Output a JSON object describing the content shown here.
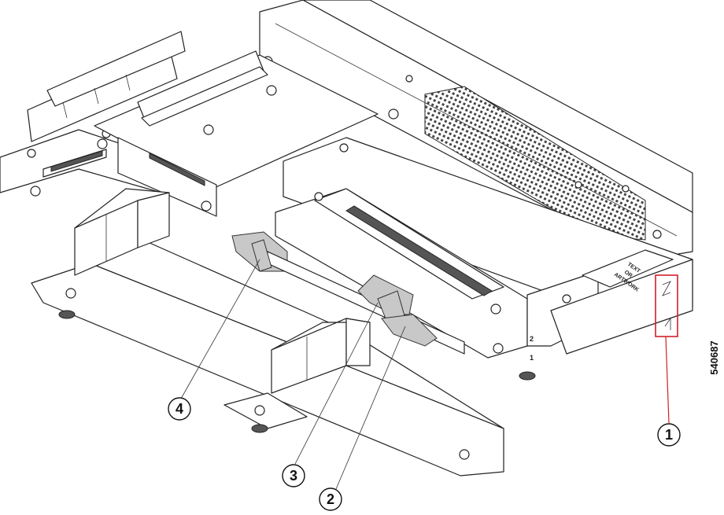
{
  "callouts": [
    {
      "id": "1",
      "label": "1"
    },
    {
      "id": "2",
      "label": "2"
    },
    {
      "id": "3",
      "label": "3"
    },
    {
      "id": "4",
      "label": "4"
    }
  ],
  "label_plate": {
    "line1": "TEXT",
    "line2": "OR",
    "line3": "ARTWORK"
  },
  "slot_marks": {
    "upper": "2",
    "lower": "1"
  },
  "figure_number": "540687",
  "colors": {
    "highlight_box": "#d0202a",
    "leader": "#d0202a"
  }
}
